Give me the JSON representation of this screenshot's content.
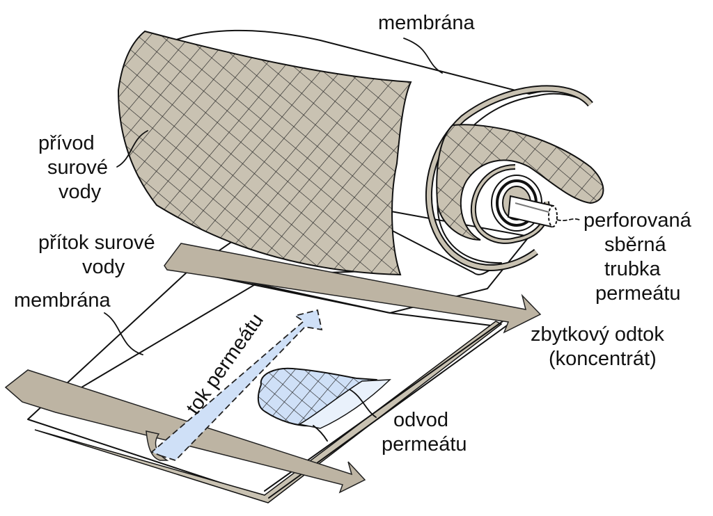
{
  "labels": {
    "membrane_top": "membrána",
    "feed_spacer_line1": "přívod",
    "feed_spacer_line2": "surové",
    "feed_spacer_line3": "vody",
    "feed_flow_line1": "přítok surové",
    "feed_flow_line2": "vody",
    "membrane_left": "membrána",
    "tube_line1": "perforovaná",
    "tube_line2": "sběrná",
    "tube_line3": "trubka",
    "tube_line4": "permeátu",
    "concentrate_line1": "zbytkový odtok",
    "concentrate_line2": "(koncentrát)",
    "permeate_flow": "tok permeátu",
    "permeate_out_line1": "odvod",
    "permeate_out_line2": "permeátu"
  },
  "colors": {
    "spacer": "#c9c2b2",
    "arrow": "#bdb4a3",
    "permeate_arrow": "#cfe0f7",
    "mesh_line": "#222222",
    "outline": "#111111",
    "background": "#ffffff"
  }
}
